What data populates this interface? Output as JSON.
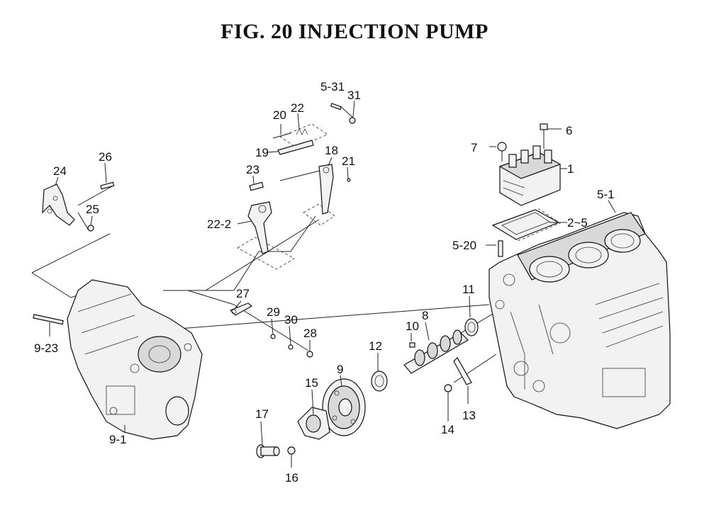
{
  "title": "FIG. 20  INJECTION PUMP",
  "callouts": {
    "c1": "1",
    "c2_5": "2~5",
    "c5_1": "5-1",
    "c5_20": "5-20",
    "c5_31": "5-31",
    "c6": "6",
    "c7": "7",
    "c8": "8",
    "c9": "9",
    "c9_1": "9-1",
    "c9_23": "9-23",
    "c10": "10",
    "c11": "11",
    "c12": "12",
    "c13": "13",
    "c14": "14",
    "c15": "15",
    "c16": "16",
    "c17": "17",
    "c18": "18",
    "c19": "19",
    "c20": "20",
    "c21": "21",
    "c22": "22",
    "c22_2": "22-2",
    "c23": "23",
    "c24": "24",
    "c25": "25",
    "c26": "26",
    "c27": "27",
    "c28": "28",
    "c29": "29",
    "c30": "30",
    "c31": "31"
  }
}
